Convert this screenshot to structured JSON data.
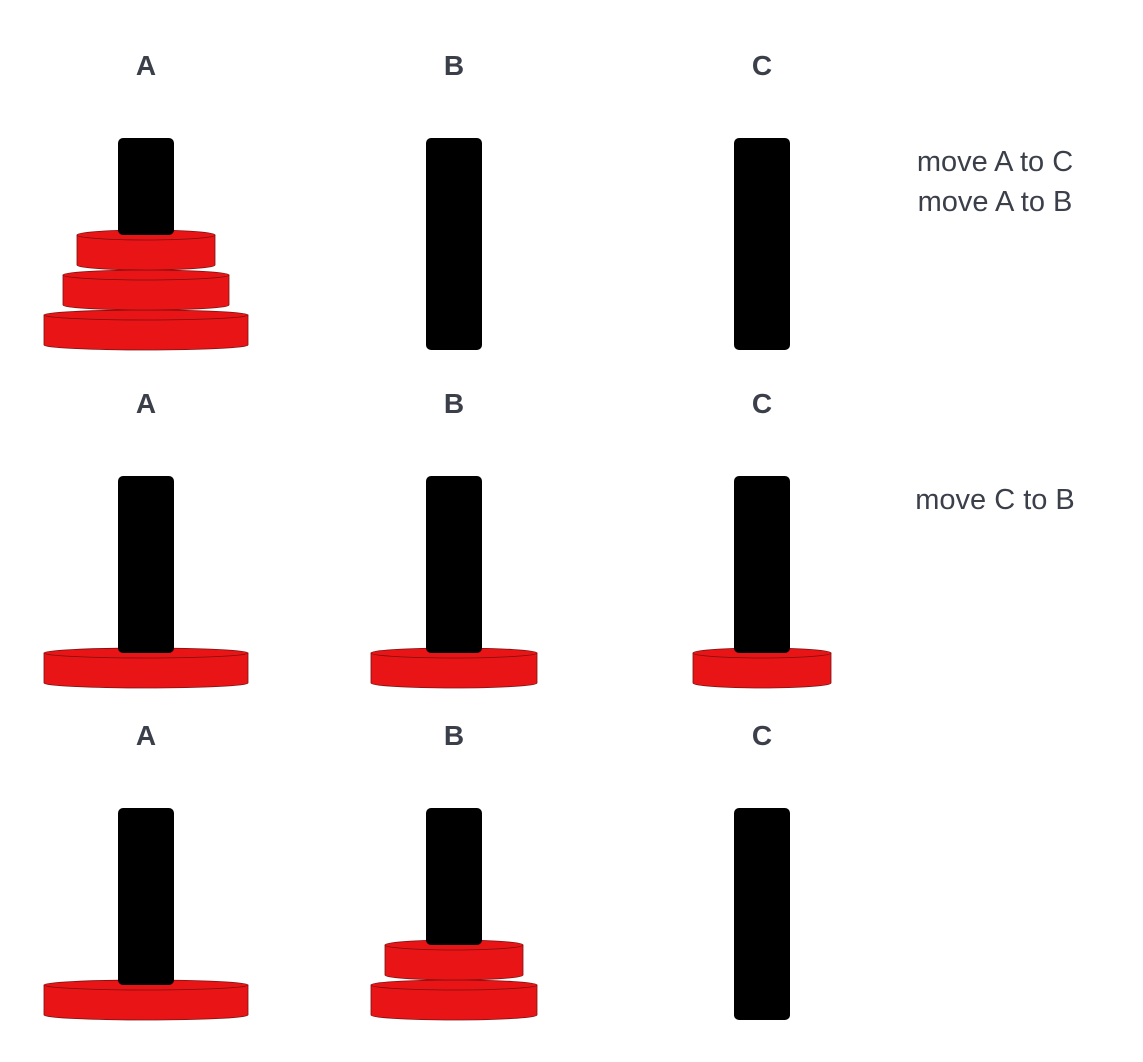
{
  "colors": {
    "disk": "#e81416",
    "disk_stroke": "#7a1010",
    "peg": "#000000",
    "text": "#3b3f4a"
  },
  "rows": [
    {
      "pegs": [
        {
          "label": "A",
          "disks": [
            3,
            2,
            1
          ]
        },
        {
          "label": "B",
          "disks": []
        },
        {
          "label": "C",
          "disks": []
        }
      ],
      "moves": [
        "move A to C",
        "move A to B"
      ]
    },
    {
      "pegs": [
        {
          "label": "A",
          "disks": [
            3
          ]
        },
        {
          "label": "B",
          "disks": [
            2
          ]
        },
        {
          "label": "C",
          "disks": [
            1
          ]
        }
      ],
      "moves": [
        "move C to B"
      ]
    },
    {
      "pegs": [
        {
          "label": "A",
          "disks": [
            3
          ]
        },
        {
          "label": "B",
          "disks": [
            2,
            1
          ]
        },
        {
          "label": "C",
          "disks": []
        }
      ],
      "moves": []
    }
  ]
}
